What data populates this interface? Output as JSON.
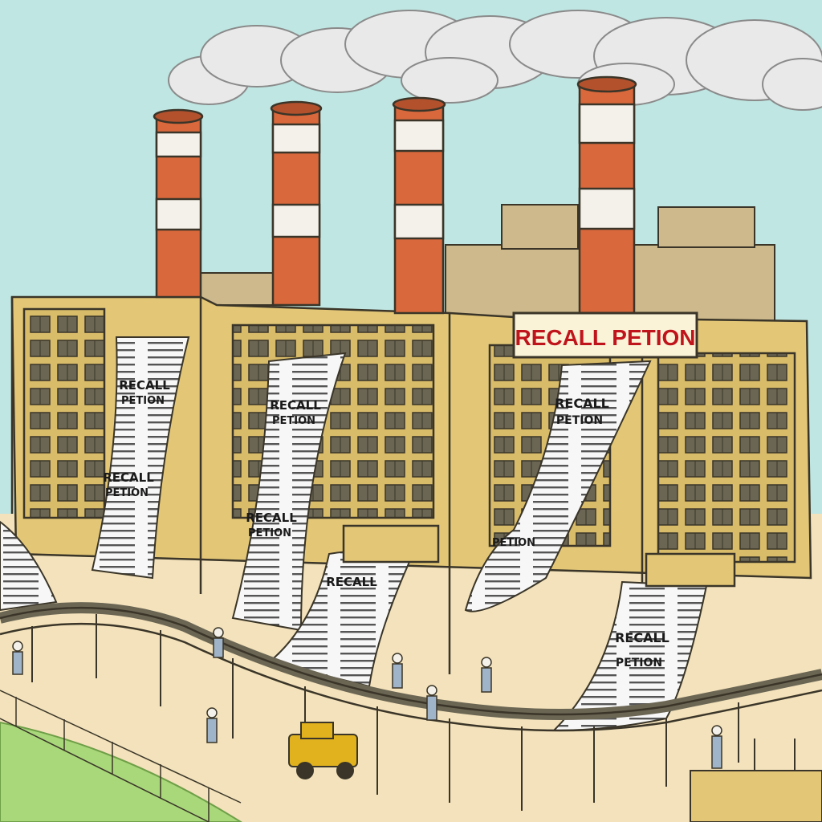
{
  "sign": {
    "text": "RECALL PETION"
  },
  "sheets": [
    {
      "line1": "RECALL",
      "line2": "PETION"
    },
    {
      "line1": "RECALL",
      "line2": "PETION"
    },
    {
      "line1": "RECALL",
      "line2": "PETION"
    },
    {
      "line1": "RECALL",
      "line2": "PETION"
    },
    {
      "line1": "RECALL",
      "line2": "PETION"
    },
    {
      "line1": "RECALL",
      "line2": "PETION"
    },
    {
      "line1": "RECALL",
      "line2": "PETION"
    }
  ],
  "colors": {
    "sky": "#bfe6e2",
    "building": "#e3c777",
    "chimney_red": "#d9683c",
    "chimney_white": "#f4f1ea",
    "smoke": "#e9e9e9",
    "paper": "#f7f7f7",
    "ground": "#f3e2bb",
    "grass": "#a9d87b",
    "sign_bg": "#fbf3d8",
    "sign_text": "#c0141c"
  }
}
